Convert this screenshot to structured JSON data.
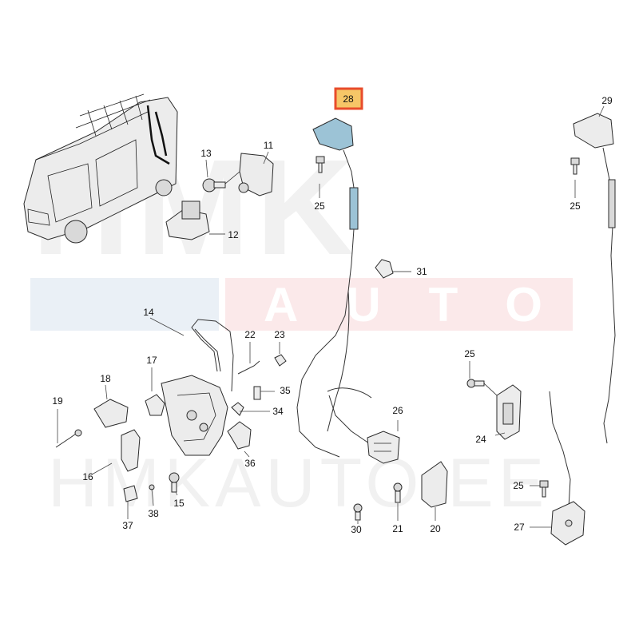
{
  "watermark": {
    "top": "HMK",
    "middle": "AUTO",
    "bottom": "HMKAUTO.EE"
  },
  "highlight_color": "#e84c2b",
  "highlight_fill": "#f6c667",
  "highlight_part_color": "#9cc3d6",
  "labels": {
    "l11": "11",
    "l12": "12",
    "l13": "13",
    "l14": "14",
    "l15": "15",
    "l16": "16",
    "l17": "17",
    "l18": "18",
    "l19": "19",
    "l20": "20",
    "l21": "21",
    "l22": "22",
    "l23": "23",
    "l24": "24",
    "l25a": "25",
    "l25b": "25",
    "l25c": "25",
    "l25d": "25",
    "l26": "26",
    "l27": "27",
    "l28": "28",
    "l29": "29",
    "l30": "30",
    "l31": "31",
    "l34": "34",
    "l35": "35",
    "l36": "36",
    "l37": "37",
    "l38": "38"
  }
}
